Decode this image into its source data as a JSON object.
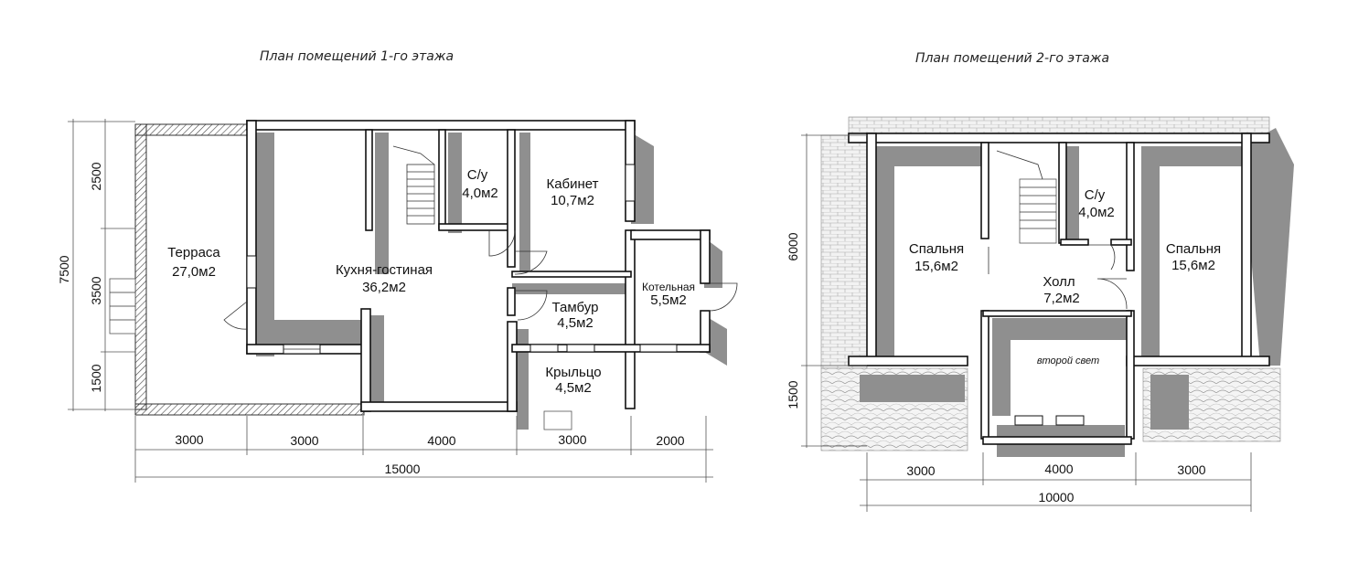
{
  "floor1": {
    "title": "План помещений 1-го этажа",
    "rooms": {
      "terrace": [
        "Терраса",
        "27,0м2"
      ],
      "kitchen": [
        "Кухня-гостиная",
        "36,2м2"
      ],
      "wc": [
        "С/у",
        "4,0м2"
      ],
      "office": [
        "Кабинет",
        "10,7м2"
      ],
      "boiler": [
        "Котельная",
        "5,5м2"
      ],
      "vestibule": [
        "Тамбур",
        "4,5м2"
      ],
      "porch": [
        "Крыльцо",
        "4,5м2"
      ]
    },
    "dims_bottom": [
      "3000",
      "3000",
      "4000",
      "3000",
      "2000"
    ],
    "dim_total": "15000",
    "dims_left": [
      "2500",
      "3500",
      "1500"
    ],
    "dim_left_total": "7500"
  },
  "floor2": {
    "title": "План помещений 2-го этажа",
    "rooms": {
      "bedroom_left": [
        "Спальня",
        "15,6м2"
      ],
      "wc": [
        "С/у",
        "4,0м2"
      ],
      "hall": [
        "Холл",
        "7,2м2"
      ],
      "bedroom_right": [
        "Спальня",
        "15,6м2"
      ],
      "second_light": "второй свет"
    },
    "dims_bottom": [
      "3000",
      "4000",
      "3000"
    ],
    "dim_total": "10000",
    "dims_left": [
      "6000",
      "1500"
    ]
  }
}
